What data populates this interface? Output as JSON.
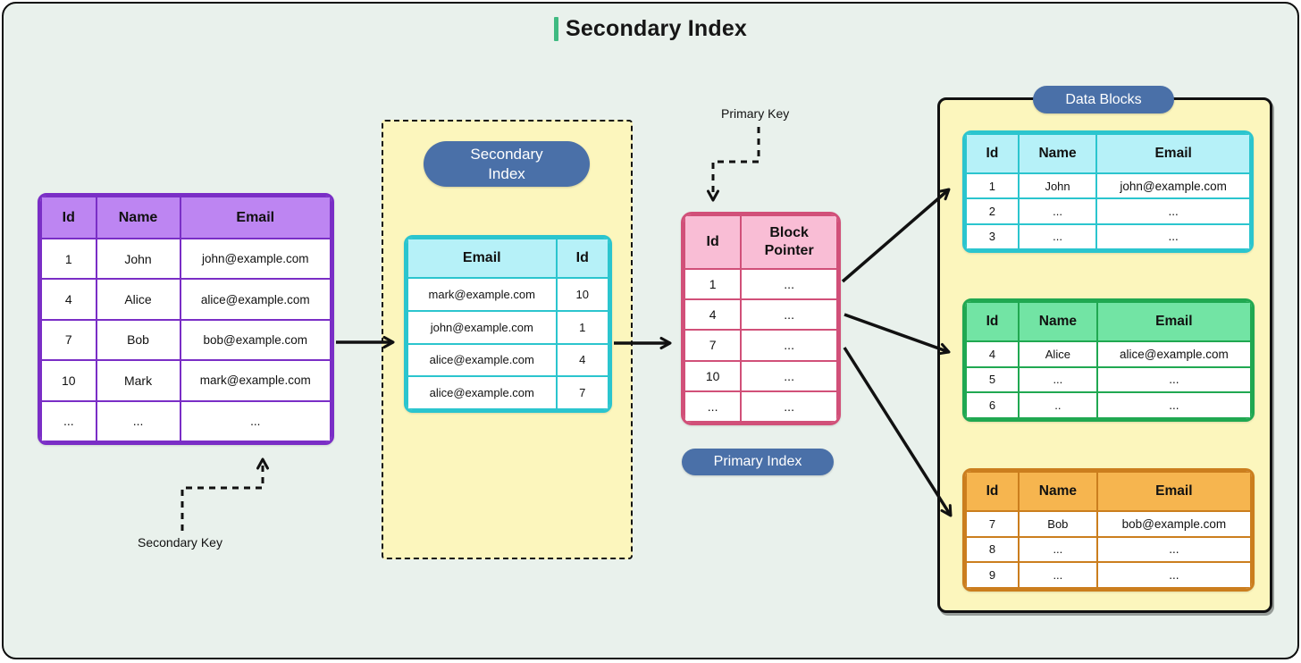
{
  "title": {
    "text": "Secondary Index"
  },
  "colors": {
    "bg": "#e9f1ec",
    "yellow": "#fcf6bd",
    "pill": "#4a70a8",
    "accent": "#3fba81",
    "arrow": "#111111",
    "purple_border": "#7a2ec6",
    "cyan_border": "#2bc5ce",
    "pink_border": "#d15079",
    "green_border": "#20a851",
    "orange_border": "#cb7e1e"
  },
  "labels": {
    "secondary_index_pill": "Secondary Index",
    "primary_index_pill": "Primary Index",
    "data_blocks_pill": "Data Blocks",
    "primary_key": "Primary Key",
    "secondary_key": "Secondary Key"
  },
  "tables": {
    "main": {
      "border_color": "#7a2ec6",
      "header_color": "#bd85f2",
      "headers": [
        "Id",
        "Name",
        "Email"
      ],
      "rows": [
        [
          "1",
          "John",
          "john@example.com"
        ],
        [
          "4",
          "Alice",
          "alice@example.com"
        ],
        [
          "7",
          "Bob",
          "bob@example.com"
        ],
        [
          "10",
          "Mark",
          "mark@example.com"
        ],
        [
          "...",
          "...",
          "..."
        ]
      ]
    },
    "secondary_index": {
      "border_color": "#2bc5ce",
      "header_color": "#b6f1f8",
      "headers": [
        "Email",
        "Id"
      ],
      "rows": [
        [
          "mark@example.com",
          "10"
        ],
        [
          "john@example.com",
          "1"
        ],
        [
          "alice@example.com",
          "4"
        ],
        [
          "alice@example.com",
          "7"
        ]
      ]
    },
    "primary_index": {
      "border_color": "#d15079",
      "header_color": "#f9bdd5",
      "headers": [
        "Id",
        "Block Pointer"
      ],
      "rows": [
        [
          "1",
          "..."
        ],
        [
          "4",
          "..."
        ],
        [
          "7",
          "..."
        ],
        [
          "10",
          "..."
        ],
        [
          "...",
          "..."
        ]
      ]
    },
    "data_block_1": {
      "border_color": "#2bc5ce",
      "header_color": "#b6f1f8",
      "headers": [
        "Id",
        "Name",
        "Email"
      ],
      "rows": [
        [
          "1",
          "John",
          "john@example.com"
        ],
        [
          "2",
          "...",
          "..."
        ],
        [
          "3",
          "...",
          "..."
        ]
      ]
    },
    "data_block_2": {
      "border_color": "#20a851",
      "header_color": "#72e4a4",
      "headers": [
        "Id",
        "Name",
        "Email"
      ],
      "rows": [
        [
          "4",
          "Alice",
          "alice@example.com"
        ],
        [
          "5",
          "...",
          "..."
        ],
        [
          "6",
          "..",
          "..."
        ]
      ]
    },
    "data_block_3": {
      "border_color": "#cb7e1e",
      "header_color": "#f6b54f",
      "headers": [
        "Id",
        "Name",
        "Email"
      ],
      "rows": [
        [
          "7",
          "Bob",
          "bob@example.com"
        ],
        [
          "8",
          "...",
          "..."
        ],
        [
          "9",
          "...",
          "..."
        ]
      ]
    }
  }
}
